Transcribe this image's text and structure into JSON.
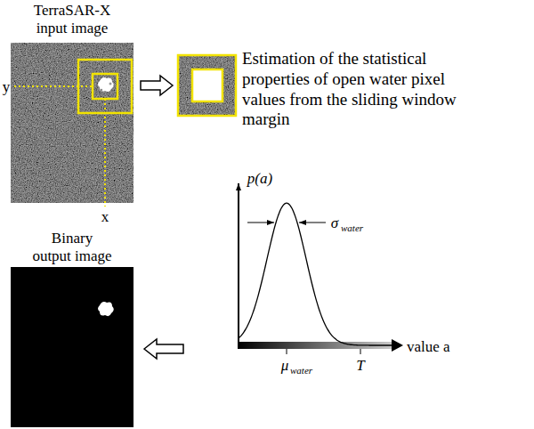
{
  "diagram": {
    "nodes": [
      {
        "text": [
          "TerraSAR-X input image"
        ]
      },
      {
        "text": [
          "Estimation of the statistical properties of open water pixel values from the sliding window margin"
        ]
      },
      {
        "text": [
          "Binary output image"
        ]
      }
    ],
    "edges": [
      {
        "from": 0,
        "to": 1,
        "arrow": "to"
      }
    ],
    "labels": [
      "y",
      "x",
      "p(a)",
      "σ",
      "water",
      "value a",
      "μ",
      "water",
      "T"
    ]
  }
}
